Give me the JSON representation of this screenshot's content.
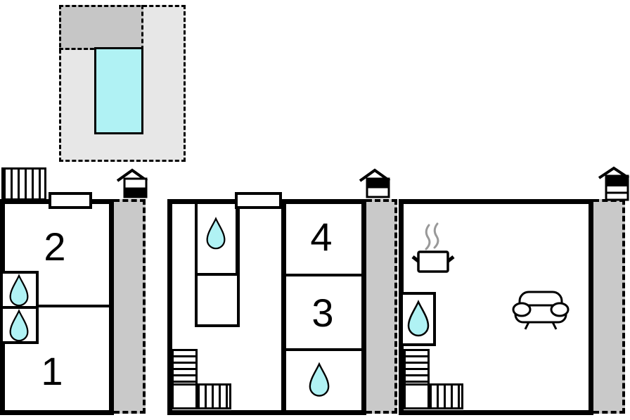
{
  "diagram": {
    "type": "floor-plan",
    "subject": "holiday-home with pool, three floor levels"
  },
  "colors": {
    "paper": "#ffffff",
    "water": "#b0f2f4",
    "terrace": "#c9c9c9",
    "pool_surround": "#e7e7e7",
    "pool_surround_dark": "#c6c6c6",
    "wall": "#000000",
    "steam": "#999999"
  },
  "floors": {
    "left": {
      "rooms": {
        "room1": "1",
        "room2": "2"
      }
    },
    "middle": {
      "rooms": {
        "room3": "3",
        "room4": "4"
      }
    }
  }
}
